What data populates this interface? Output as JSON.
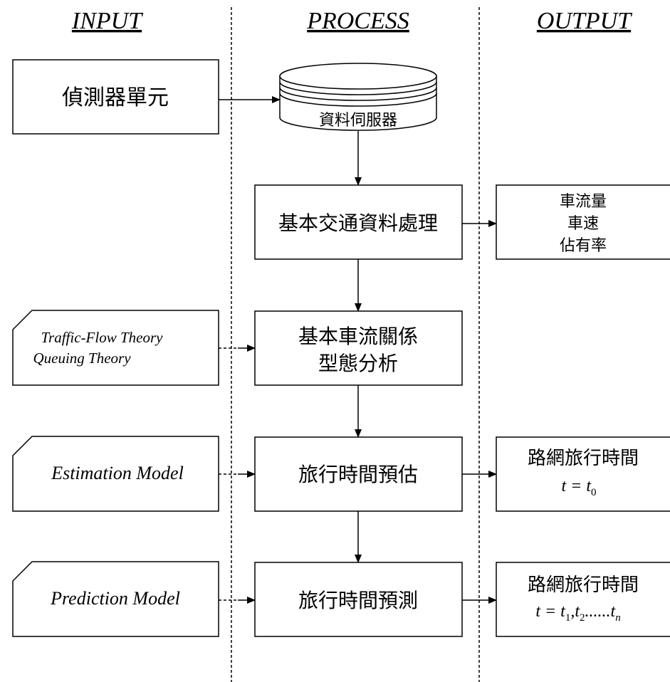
{
  "headers": {
    "input": "INPUT",
    "process": "PROCESS",
    "output": "OUTPUT"
  },
  "input": {
    "detector": "偵測器單元",
    "theory_line1": "Traffic-Flow Theory",
    "theory_line2": "Queuing Theory",
    "estimation_model": "Estimation Model",
    "prediction_model": "Prediction Model"
  },
  "process": {
    "data_server": "資料伺服器",
    "basic_processing": "基本交通資料處理",
    "flow_relation_line1": "基本車流關係",
    "flow_relation_line2": "型態分析",
    "travel_time_estimation": "旅行時間預估",
    "travel_time_prediction": "旅行時間預測"
  },
  "output": {
    "traffic_params": [
      "車流量",
      "車速",
      "佔有率"
    ],
    "network_time_est_title": "路網旅行時間",
    "network_time_est_formula": "t = t0",
    "network_time_pred_title": "路網旅行時間",
    "network_time_pred_formula": "t = t1,t2......tn"
  }
}
